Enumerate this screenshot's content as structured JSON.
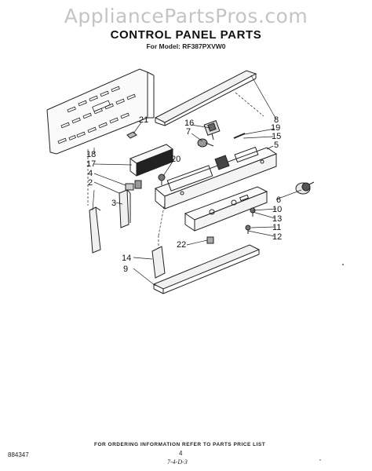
{
  "watermark": "AppliancePartsPros.com",
  "title": "CONTROL PANEL PARTS",
  "model_line": "For Model: RF387PXVW0",
  "callouts": [
    "21",
    "16",
    "7",
    "8",
    "19",
    "15",
    "5",
    "18",
    "17",
    "20",
    "4",
    "2",
    "3",
    "6",
    "10",
    "13",
    "11",
    "12",
    "22",
    "14",
    "9"
  ],
  "footer": {
    "ordering_note": "FOR ORDERING INFORMATION REFER TO PARTS PRICE LIST",
    "doc_number": "884347",
    "page_number": "4",
    "revision": "7-4-D-3"
  }
}
